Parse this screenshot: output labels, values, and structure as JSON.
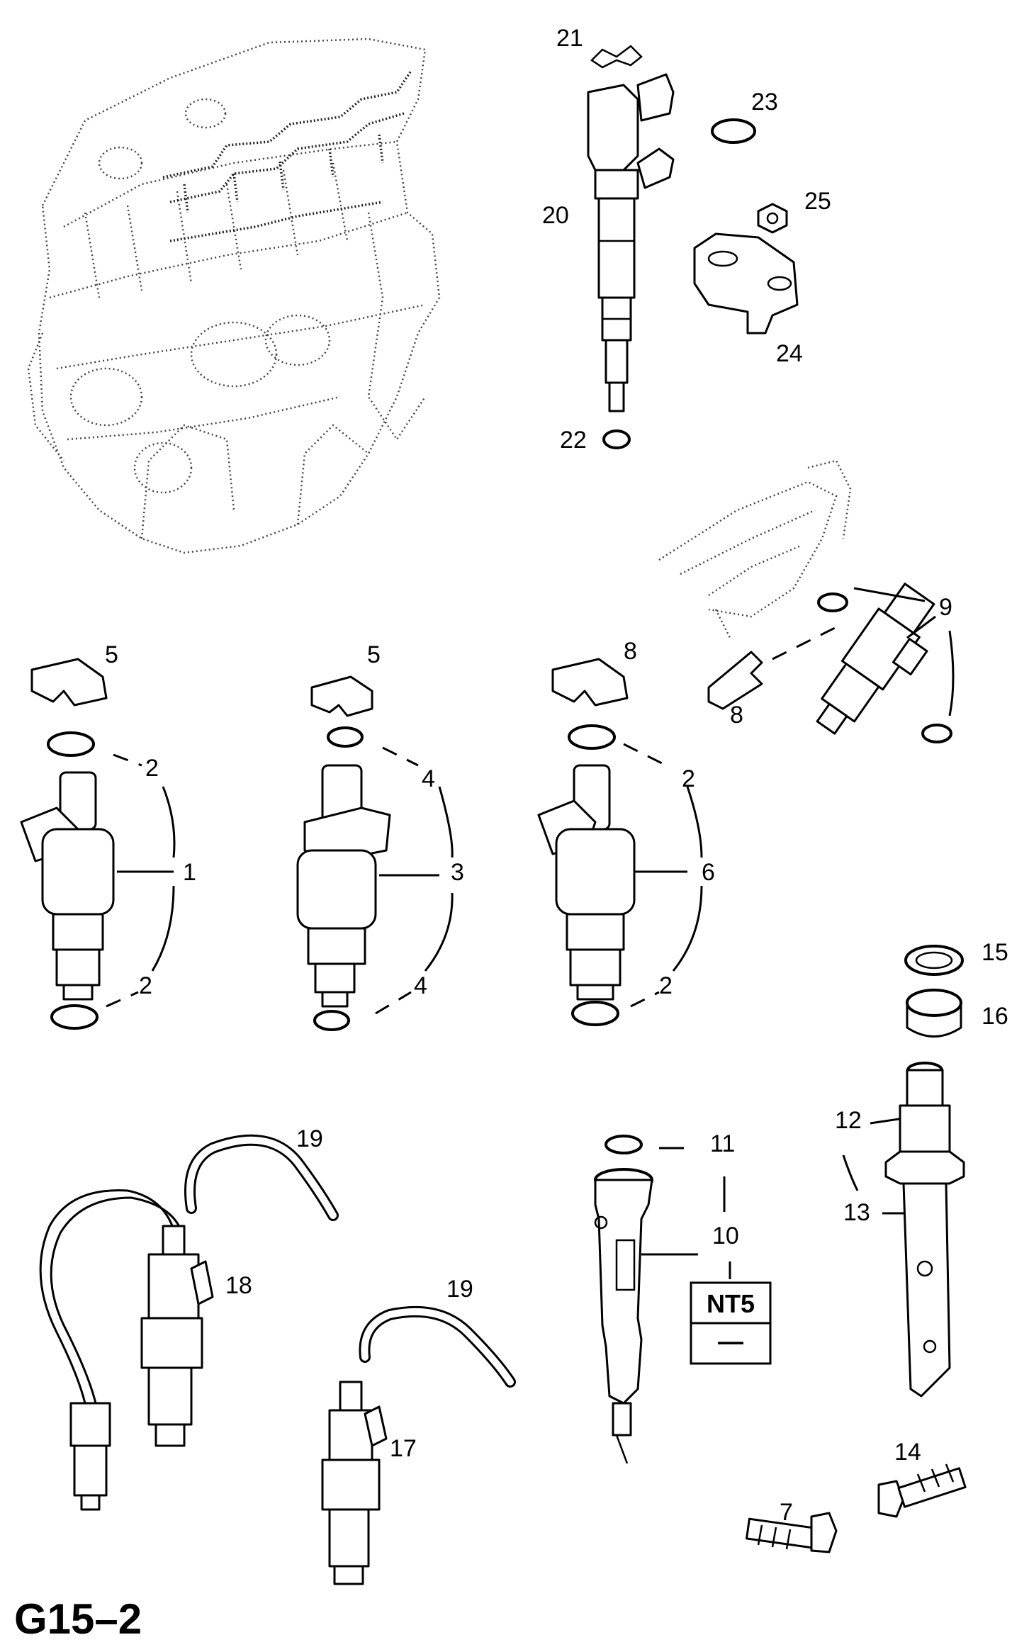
{
  "diagram_ref": "G15–2",
  "callouts": {
    "c1": "1",
    "c2a": "2",
    "c2b": "2",
    "c2c": "2",
    "c2d": "2",
    "c3": "3",
    "c4a": "4",
    "c4b": "4",
    "c5a": "5",
    "c5b": "5",
    "c6": "6",
    "c7": "7",
    "c8a": "8",
    "c8b": "8",
    "c9": "9",
    "c10": "10",
    "c11": "11",
    "c12": "12",
    "c13": "13",
    "c14": "14",
    "c15": "15",
    "c16": "16",
    "c17": "17",
    "c18": "18",
    "c19a": "19",
    "c19b": "19",
    "c20": "20",
    "c21": "21",
    "c22": "22",
    "c23": "23",
    "c24": "24",
    "c25": "25"
  },
  "tool_box": {
    "code": "NT5",
    "value": "—"
  }
}
